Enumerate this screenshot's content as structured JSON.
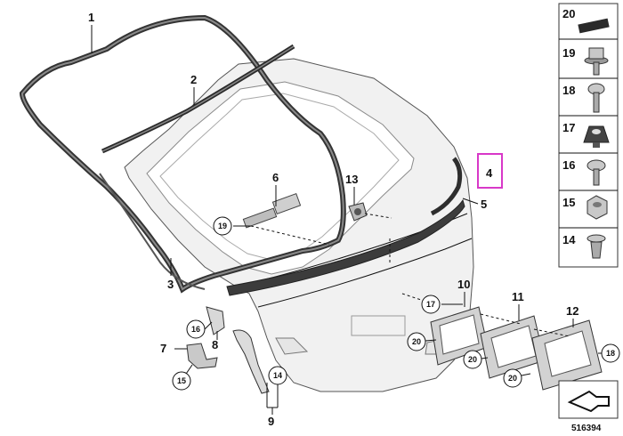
{
  "diagram": {
    "parts": {
      "p1": "1",
      "p2": "2",
      "p3": "3",
      "p4": "4",
      "p5": "5",
      "p6": "6",
      "p7": "7",
      "p8": "8",
      "p9": "9",
      "p10": "10",
      "p11": "11",
      "p12": "12",
      "p13": "13"
    },
    "callouts": {
      "c19": "19",
      "c16": "16",
      "c15": "15",
      "c14": "14",
      "c17": "17",
      "c20a": "20",
      "c20b": "20",
      "c20c": "20",
      "c18": "18"
    },
    "legend": [
      {
        "label": "20",
        "icon": "foam-pad-icon"
      },
      {
        "label": "19",
        "icon": "hex-flange-bolt-icon"
      },
      {
        "label": "18",
        "icon": "torx-screw-icon"
      },
      {
        "label": "17",
        "icon": "plastic-nut-icon"
      },
      {
        "label": "16",
        "icon": "round-head-screw-icon"
      },
      {
        "label": "15",
        "icon": "hex-nut-icon"
      },
      {
        "label": "14",
        "icon": "expanding-rivet-icon"
      }
    ],
    "highlight_color": "#d838c8",
    "diagram_number": "516394"
  }
}
